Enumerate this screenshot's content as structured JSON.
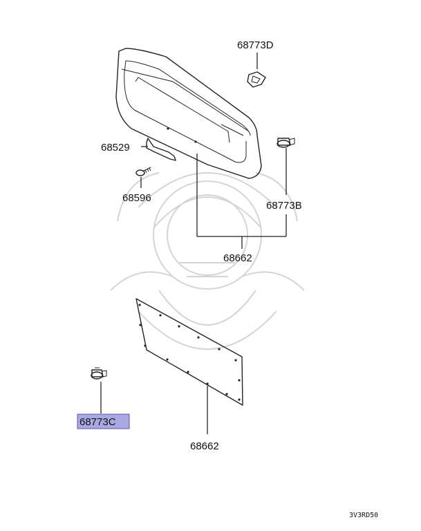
{
  "diagram": {
    "code": "3V3RD50",
    "highlight_color": "#a9a8e3",
    "parts": {
      "clip_top": "68773D",
      "handle": "68529",
      "screw": "68596",
      "clip_right": "68773B",
      "trim_group": "68662",
      "clip_left": "68773C",
      "panel_bottom": "68662"
    }
  }
}
